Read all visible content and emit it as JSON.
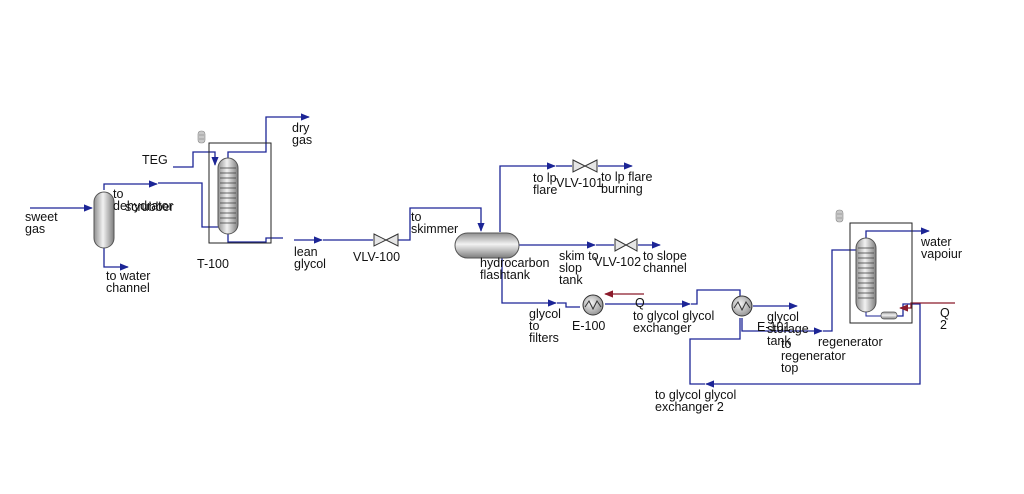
{
  "streams": {
    "sweet_gas": [
      "sweet",
      "gas"
    ],
    "to_dehydrator": [
      "to",
      "dehydrator"
    ],
    "scrubber": "scrubber",
    "to_water_channel": [
      "to water",
      "channel"
    ],
    "teg": "TEG",
    "dry_gas": [
      "dry",
      "gas"
    ],
    "lean_glycol": [
      "lean",
      "glycol"
    ],
    "to_skimmer": [
      "to",
      "skimmer"
    ],
    "to_lp_flare": [
      "to lp",
      "flare"
    ],
    "to_lp_flare_burning": [
      "to lp flare",
      "burning"
    ],
    "skim_to_slop_tank": [
      "skim to",
      "slop",
      "tank"
    ],
    "to_slope_channel": [
      "to slope",
      "channel"
    ],
    "glycol_to_filters": [
      "glycol",
      "to",
      "filters"
    ],
    "q": "Q",
    "to_glycol_glycol_exchanger": [
      "to glycol glycol",
      "exchanger"
    ],
    "to_1": "to",
    "glycol_storage_tank": [
      "glycol",
      "storage",
      "tank"
    ],
    "to_regenerator_top": [
      "to",
      "regenerator",
      "top"
    ],
    "regenerator": "regenerator",
    "water_vapoiur": [
      "water",
      "vapoiur"
    ],
    "q2": [
      "Q",
      "2"
    ],
    "to_glycol_glycol_exchanger_2": [
      "to glycol glycol",
      "exchanger 2"
    ]
  },
  "units": {
    "t100": "T-100",
    "vlv100": "VLV-100",
    "hydrocarbon_flashtank": [
      "hydrocarbon",
      "flashtank"
    ],
    "vlv101": "VLV-101",
    "vlv102": "VLV-102",
    "e100": "E-100",
    "e101": "E-101"
  },
  "colors": {
    "material_stream": "#1c2596",
    "energy_stream": "#8b1a2b",
    "equipment_fill": "#b9b9b9",
    "label_text": "#111111"
  }
}
